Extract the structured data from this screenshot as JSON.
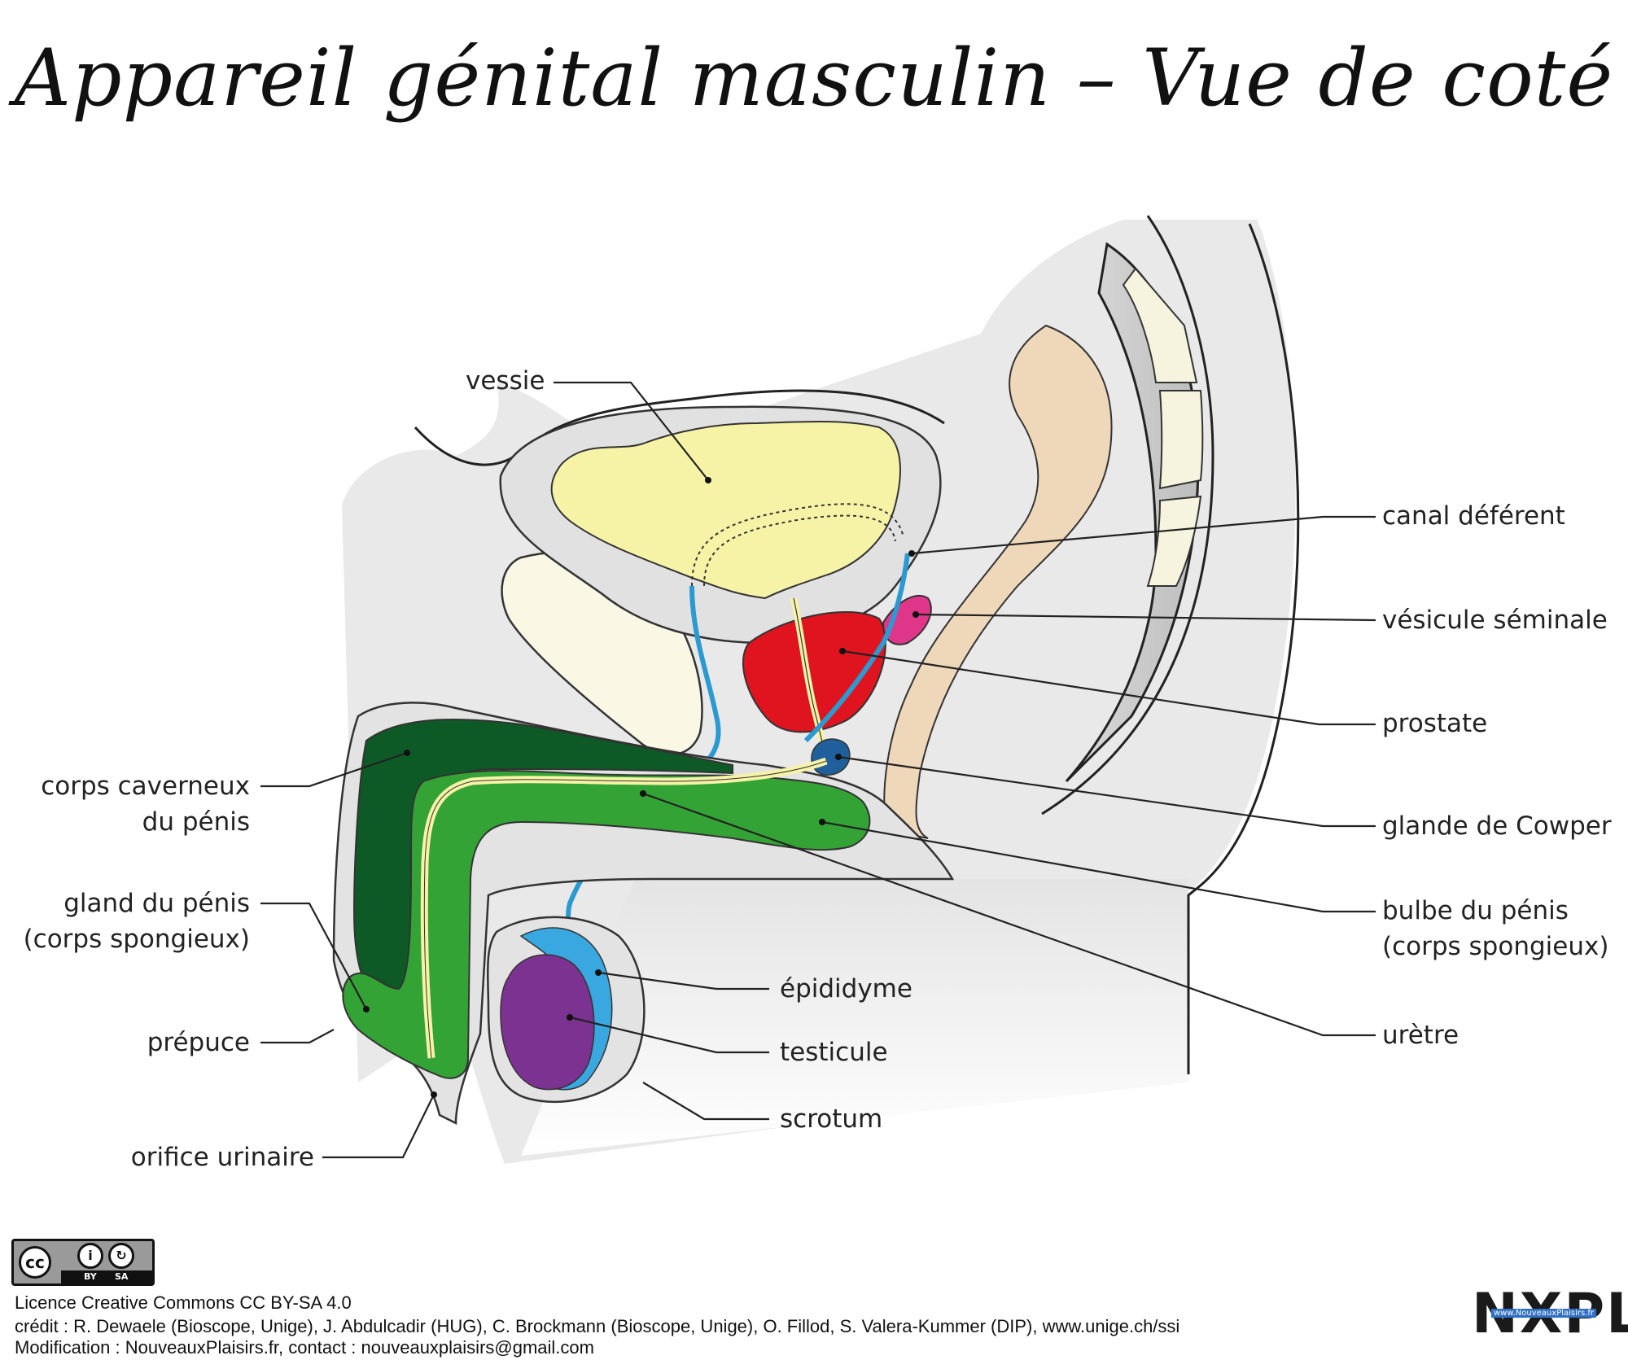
{
  "title": "Appareil génital masculin – Vue de coté",
  "labels": {
    "vessie": "vessie",
    "canal_deferent": "canal déférent",
    "vesicule_seminale": "vésicule séminale",
    "prostate": "prostate",
    "glande_cowper": "glande de Cowper",
    "bulbe_penis_1": "bulbe du pénis",
    "bulbe_penis_2": "(corps spongieux)",
    "uretre": "urètre",
    "corps_caverneux_1": "corps caverneux",
    "corps_caverneux_2": "du pénis",
    "gland_1": "gland du pénis",
    "gland_2": "(corps spongieux)",
    "prepuce": "prépuce",
    "orifice": "orifice urinaire",
    "epididyme": "épididyme",
    "testicule": "testicule",
    "scrotum": "scrotum"
  },
  "license": {
    "cc_by": "BY",
    "cc_sa": "SA",
    "line1": "Licence Creative Commons CC BY-SA 4.0",
    "line2": "crédit : R. Dewaele (Bioscope, Unige), J. Abdulcadir (HUG), C. Brockmann (Bioscope, Unige), O. Fillod, S. Valera-Kummer (DIP), www.unige.ch/ssi",
    "line3": "Modification : NouveauxPlaisirs.fr, contact : nouveauxplaisirs@gmail.com"
  },
  "logo": {
    "text": "NXPL",
    "sub": "www.NouveauxPlaisirs.fr"
  },
  "colors": {
    "vessie": "#f7f3a6",
    "prostate": "#e0141f",
    "vesicule": "#e0368a",
    "cowper": "#1f5f9c",
    "corps_caverneux": "#0d5a26",
    "corps_spongieux": "#33a336",
    "canal": "#2a9ad0",
    "epididyme": "#3aa8e0",
    "testicule": "#7c3290",
    "rectum": "#efd7b9",
    "tissue": "#e6e6e6"
  }
}
